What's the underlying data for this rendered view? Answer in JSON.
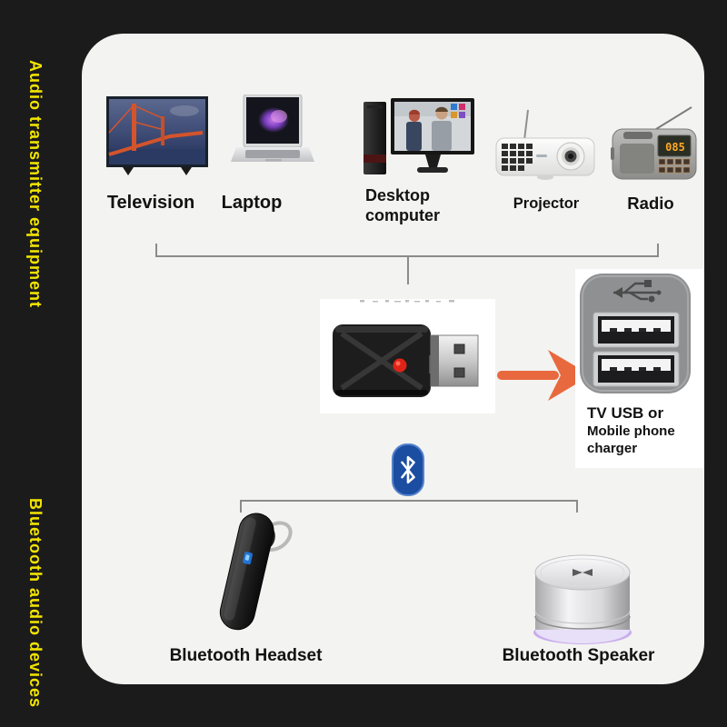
{
  "rail": {
    "top_label": "Audio transmitter equipment",
    "bottom_label": "Bluetooth audio devices"
  },
  "transmitters": [
    {
      "label": "Television"
    },
    {
      "label": "Laptop"
    },
    {
      "label": "Desktop computer"
    },
    {
      "label": "Projector"
    },
    {
      "label": "Radio"
    }
  ],
  "radio": {
    "display": "085"
  },
  "charger": {
    "line1": "TV USB or",
    "line2": "Mobile phone",
    "line3": "charger"
  },
  "receivers": [
    {
      "label": "Bluetooth Headset"
    },
    {
      "label": "Bluetooth Speaker"
    }
  ],
  "colors": {
    "background": "#1b1b1b",
    "panel": "#f3f3f1",
    "accent_yellow": "#f2e400",
    "line_gray": "#8b8b8b",
    "arrow_orange": "#e8693e",
    "bluetooth_blue": "#1b4da1",
    "dongle_led_red": "#e02318"
  }
}
